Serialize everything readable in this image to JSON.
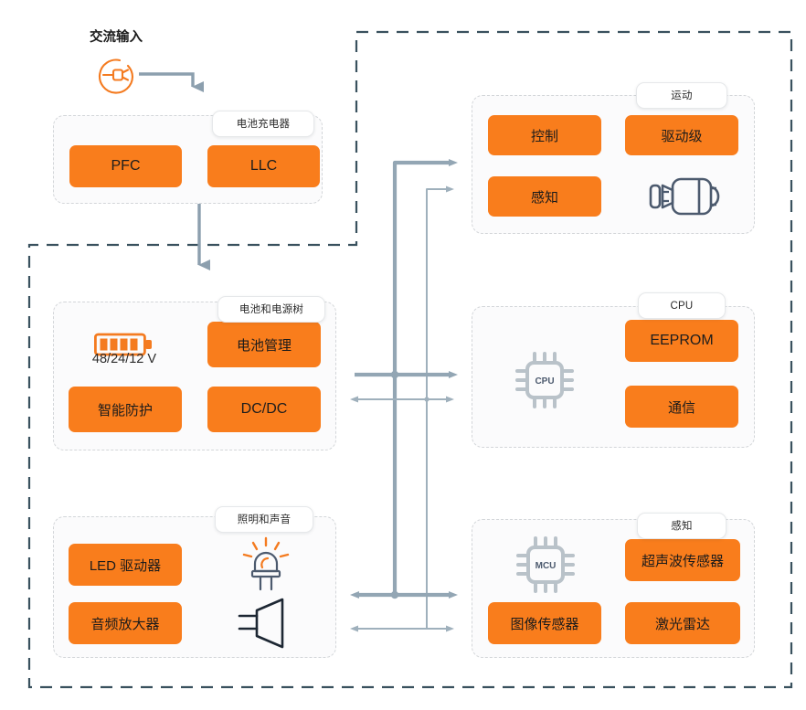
{
  "diagram": {
    "source": {
      "title": "交流输入",
      "icon": "ac-plug-icon"
    },
    "groups": [
      {
        "id": "battery-charger",
        "label": "电池充电器",
        "blocks": [
          {
            "label": "PFC",
            "script": "latin"
          },
          {
            "label": "LLC",
            "script": "latin"
          }
        ],
        "icons": []
      },
      {
        "id": "battery-power-tree",
        "label": "电池和电源树",
        "blocks": [
          {
            "label": "电池管理",
            "script": "cjk"
          },
          {
            "label": "智能防护",
            "script": "cjk"
          },
          {
            "label": "DC/DC",
            "script": "latin"
          }
        ],
        "icons": [
          {
            "name": "battery-icon",
            "caption": "48/24/12 V"
          }
        ]
      },
      {
        "id": "lighting-sound",
        "label": "照明和声音",
        "blocks": [
          {
            "label": "LED 驱动器",
            "script": "cjk"
          },
          {
            "label": "音频放大器",
            "script": "cjk"
          }
        ],
        "icons": [
          {
            "name": "led-lamp-icon",
            "caption": ""
          },
          {
            "name": "speaker-icon",
            "caption": ""
          }
        ]
      },
      {
        "id": "motion",
        "label": "运动",
        "blocks": [
          {
            "label": "控制",
            "script": "cjk"
          },
          {
            "label": "驱动级",
            "script": "cjk"
          },
          {
            "label": "感知",
            "script": "cjk"
          }
        ],
        "icons": [
          {
            "name": "motor-icon",
            "caption": ""
          }
        ]
      },
      {
        "id": "cpu",
        "label": "CPU",
        "blocks": [
          {
            "label": "EEPROM",
            "script": "latin"
          },
          {
            "label": "通信",
            "script": "cjk"
          }
        ],
        "icons": [
          {
            "name": "cpu-chip-icon",
            "caption": "",
            "chip_text": "CPU"
          }
        ]
      },
      {
        "id": "sensing",
        "label": "感知",
        "blocks": [
          {
            "label": "超声波传感器",
            "script": "cjk"
          },
          {
            "label": "图像传感器",
            "script": "cjk"
          },
          {
            "label": "激光雷达",
            "script": "cjk"
          }
        ],
        "icons": [
          {
            "name": "mcu-chip-icon",
            "caption": "",
            "chip_text": "MCU"
          }
        ]
      }
    ],
    "colors": {
      "block_fill": "#f97d1c",
      "accent_orange": "#f47b20",
      "wire": "#93a6b4",
      "wire_thin": "#9fb0bc",
      "boundary": "#39515e",
      "panel_border": "#d3d6d9",
      "panel_fill": "#fbfbfc",
      "icon_gray": "#4c5a6e",
      "chip_gray": "#b9c2c9"
    }
  }
}
